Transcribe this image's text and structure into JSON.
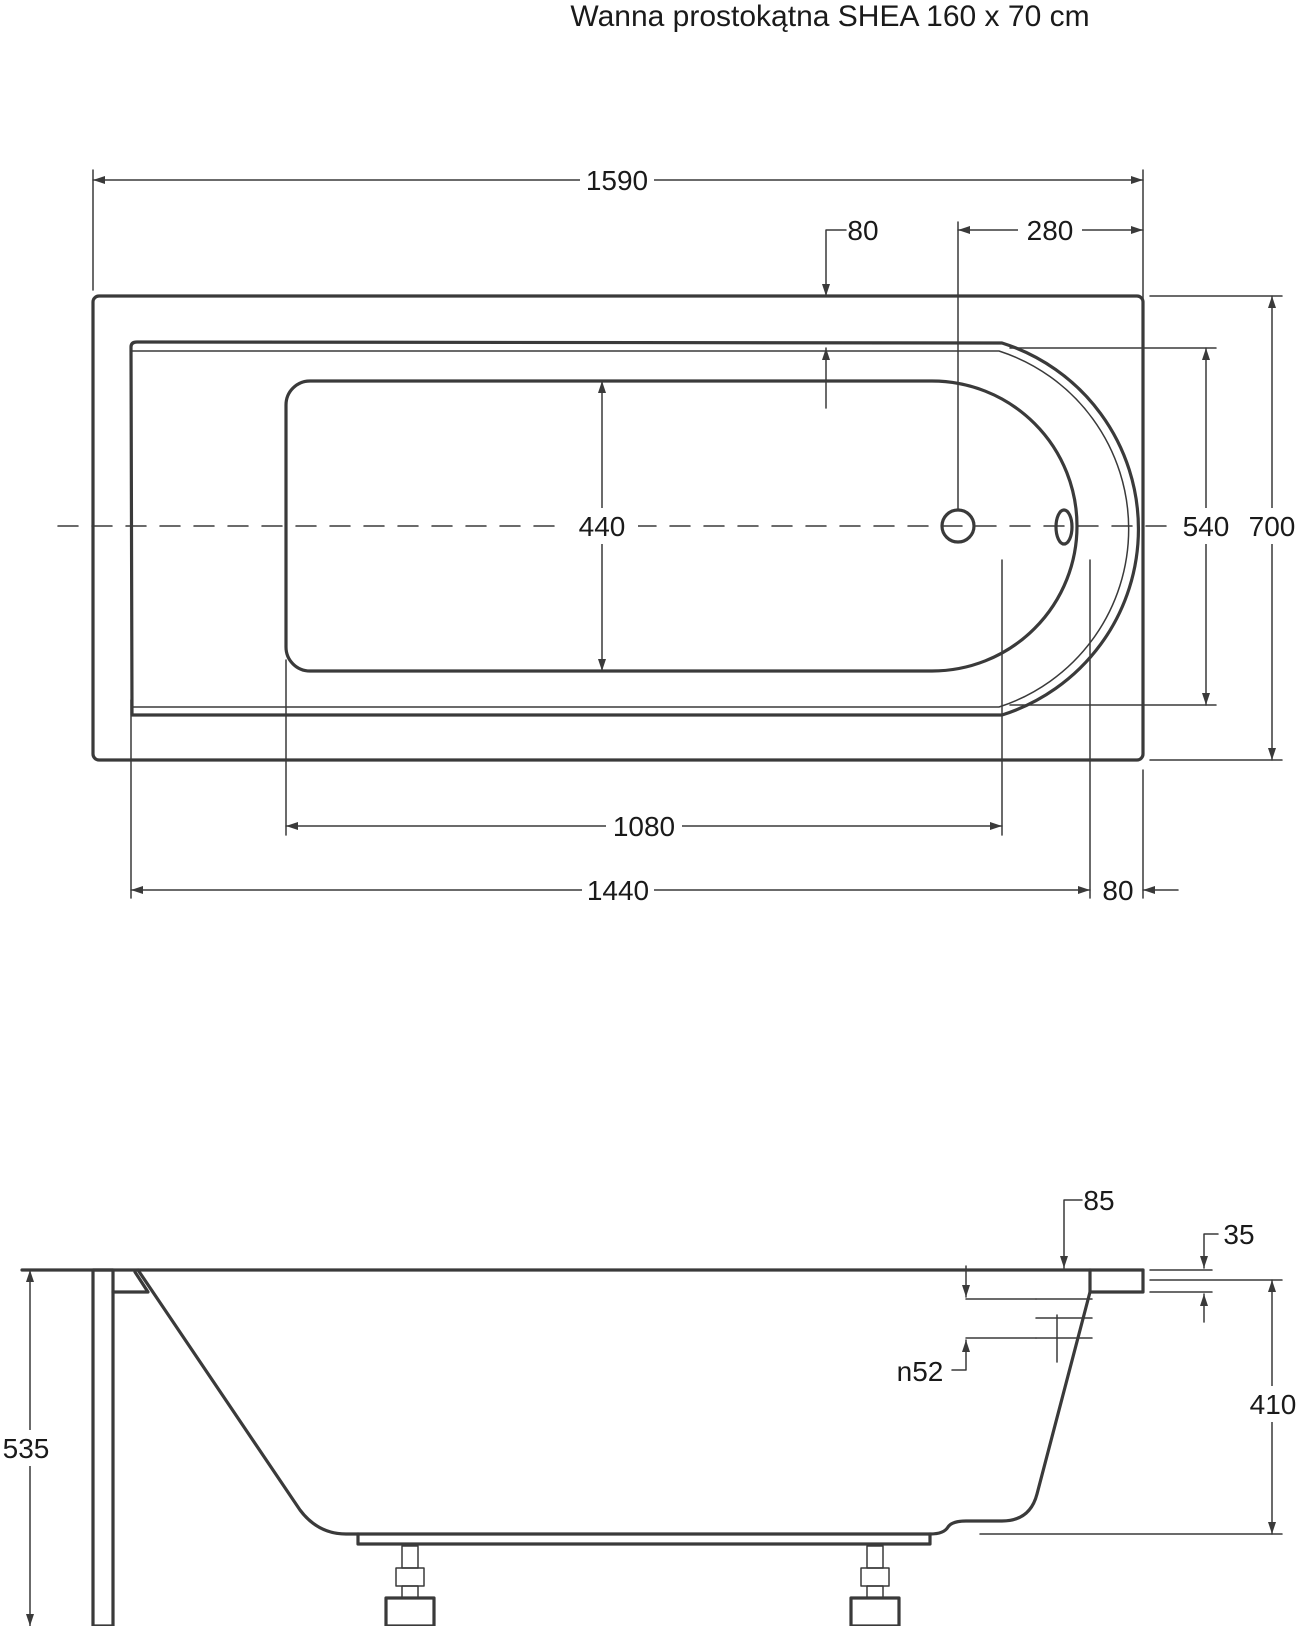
{
  "title": "Wanna prostokątna SHEA 160 x 70 cm",
  "top_view": {
    "overall_length": "1590",
    "rim_offset": "80",
    "drain_offset": "280",
    "inner_width": "440",
    "basin_width": "540",
    "overall_width": "700",
    "bottom_length": "1080",
    "basin_length": "1440",
    "end_rim": "80"
  },
  "side_view": {
    "rim_depth": "85",
    "rim_thickness": "35",
    "overflow": "n52",
    "total_height": "535",
    "basin_height": "410"
  },
  "colors": {
    "line": "#3a3a3a",
    "text": "#1a1a1a",
    "background": "#ffffff"
  }
}
